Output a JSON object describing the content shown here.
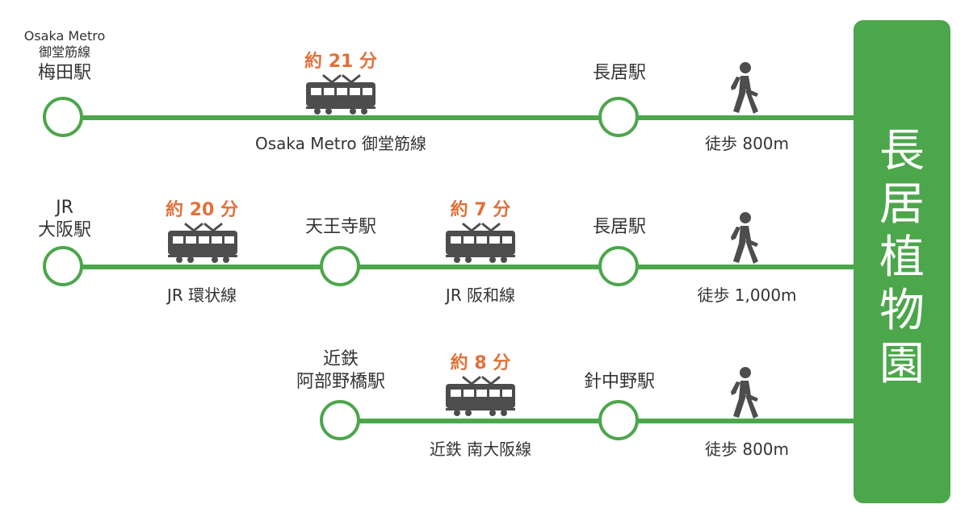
{
  "destination": {
    "chars": [
      "長",
      "居",
      "植",
      "物",
      "園"
    ]
  },
  "routes": [
    {
      "start": {
        "line1": "Osaka Metro",
        "line2": "御堂筋線",
        "line3": "梅田駅"
      },
      "segment": {
        "time": "約 21 分",
        "line_name": "Osaka Metro 御堂筋線"
      },
      "end_station": "長居駅",
      "walk": "徒歩 800m"
    },
    {
      "start": {
        "line1": "JR",
        "line2": "大阪駅"
      },
      "segment1": {
        "time": "約 20 分",
        "line_name": "JR 環状線"
      },
      "mid_station": "天王寺駅",
      "segment2": {
        "time": "約 7 分",
        "line_name": "JR 阪和線"
      },
      "end_station": "長居駅",
      "walk": "徒歩 1,000m"
    },
    {
      "start": {
        "line1": "近鉄",
        "line2": "阿部野橋駅"
      },
      "segment": {
        "time": "約 8 分",
        "line_name": "近鉄 南大阪線"
      },
      "end_station": "針中野駅",
      "walk": "徒歩 800m"
    }
  ],
  "colors": {
    "line": "#4ca64b",
    "time": "#e0713a",
    "text": "#333333",
    "icon": "#4d4d4d"
  },
  "icons": {
    "train": "train-icon",
    "walk": "walking-person-icon"
  }
}
